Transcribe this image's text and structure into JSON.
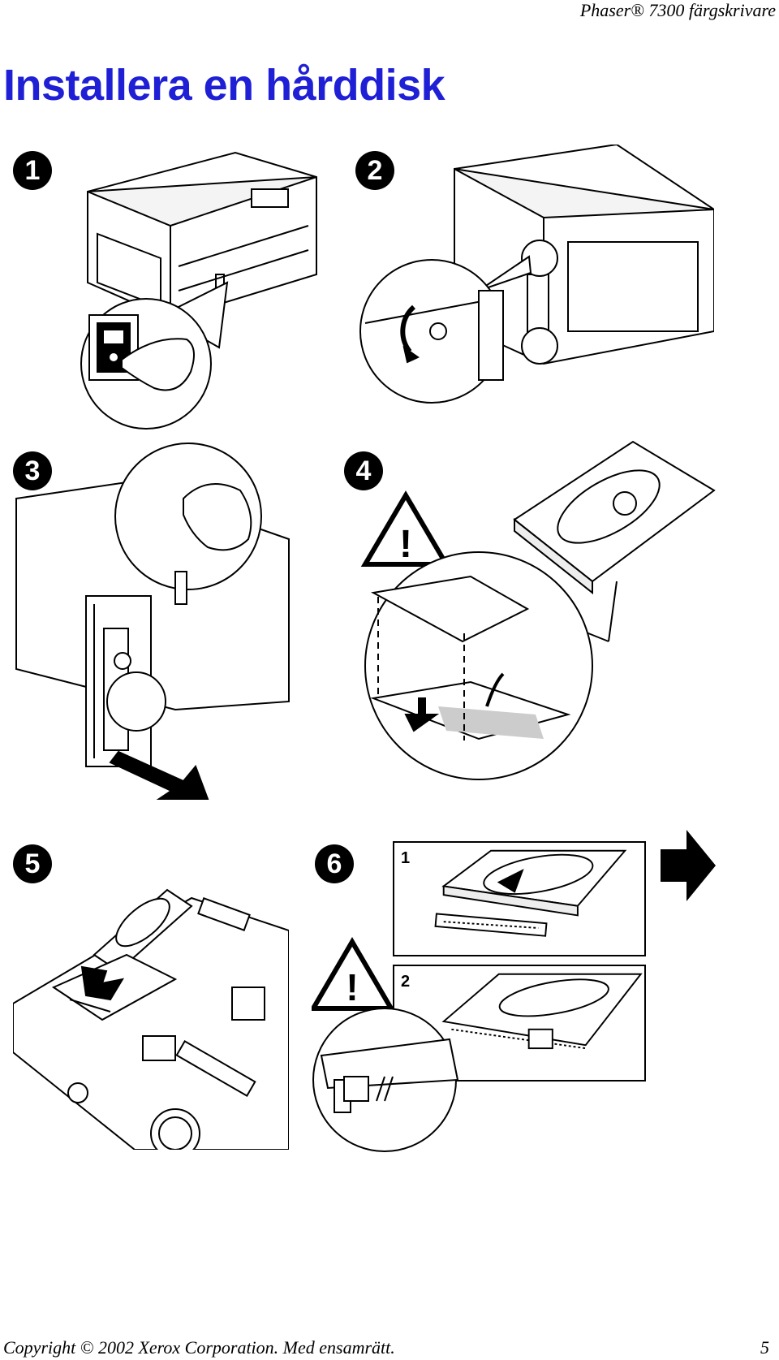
{
  "header": {
    "product": "Phaser® 7300 färgskrivare"
  },
  "title": "Installera en hårddisk",
  "steps": [
    {
      "number": "1"
    },
    {
      "number": "2"
    },
    {
      "number": "3"
    },
    {
      "number": "4"
    },
    {
      "number": "5"
    },
    {
      "number": "6",
      "substeps": [
        "1",
        "2"
      ]
    }
  ],
  "warning_symbol": "!",
  "footer": {
    "copyright": "Copyright © 2002 Xerox Corporation. Med ensamrätt.",
    "page_number": "5"
  },
  "icons": [
    "printer-power-switch-icon",
    "screw-icon",
    "printer-side-panel-icon",
    "warning-icon",
    "hard-drive-icon",
    "circuit-board-icon",
    "next-page-arrow-icon"
  ],
  "colors": {
    "title": "#1f1fd6",
    "ink": "#000000"
  }
}
